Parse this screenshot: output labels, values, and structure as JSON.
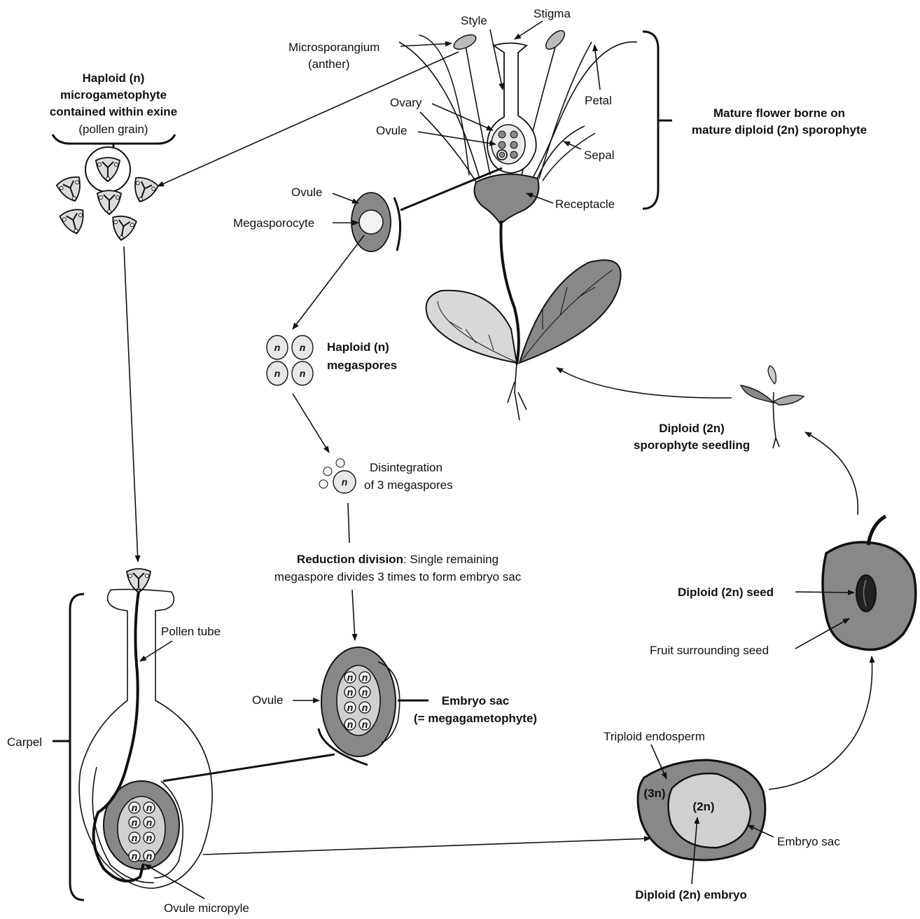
{
  "flower": {
    "style": "Style",
    "stigma": "Stigma",
    "microsporangium": "Microsporangium",
    "anther": "(anther)",
    "petal": "Petal",
    "ovary": "Ovary",
    "ovule": "Ovule",
    "sepal": "Sepal",
    "receptacle": "Receptacle",
    "mature_flower_line1": "Mature flower borne on",
    "mature_flower_line2": "mature diploid (2n) sporophyte"
  },
  "pollen": {
    "line1": "Haploid (n)",
    "line2": "microgametophyte",
    "line3": "contained within exine",
    "line4": "(pollen grain)"
  },
  "megasporocyte_panel": {
    "ovule": "Ovule",
    "megasporocyte": "Megasporocyte"
  },
  "megaspores": {
    "symbol": "n",
    "line1": "Haploid (n)",
    "line2": "megaspores"
  },
  "disintegration": {
    "line1": "Disintegration",
    "line2": "of 3 megaspores"
  },
  "reduction": {
    "bold": "Reduction division",
    "line1_rest": ": Single remaining",
    "line2": "megaspore divides 3 times to form embryo sac"
  },
  "embryo_sac": {
    "ovule": "Ovule",
    "line1": "Embryo sac",
    "line2": "(= megagametophyte)"
  },
  "carpel": {
    "pollen_tube": "Pollen tube",
    "carpel": "Carpel",
    "micropyle": "Ovule micropyle"
  },
  "seed_formation": {
    "triploid": "Triploid endosperm",
    "three_n": "(3n)",
    "two_n": "(2n)",
    "embryo_sac": "Embryo sac",
    "embryo": "Diploid (2n) embryo"
  },
  "seed": {
    "seed_label": "Diploid (2n) seed",
    "fruit_label": "Fruit surrounding seed"
  },
  "seedling": {
    "line1": "Diploid (2n)",
    "line2": "sporophyte seedling"
  }
}
